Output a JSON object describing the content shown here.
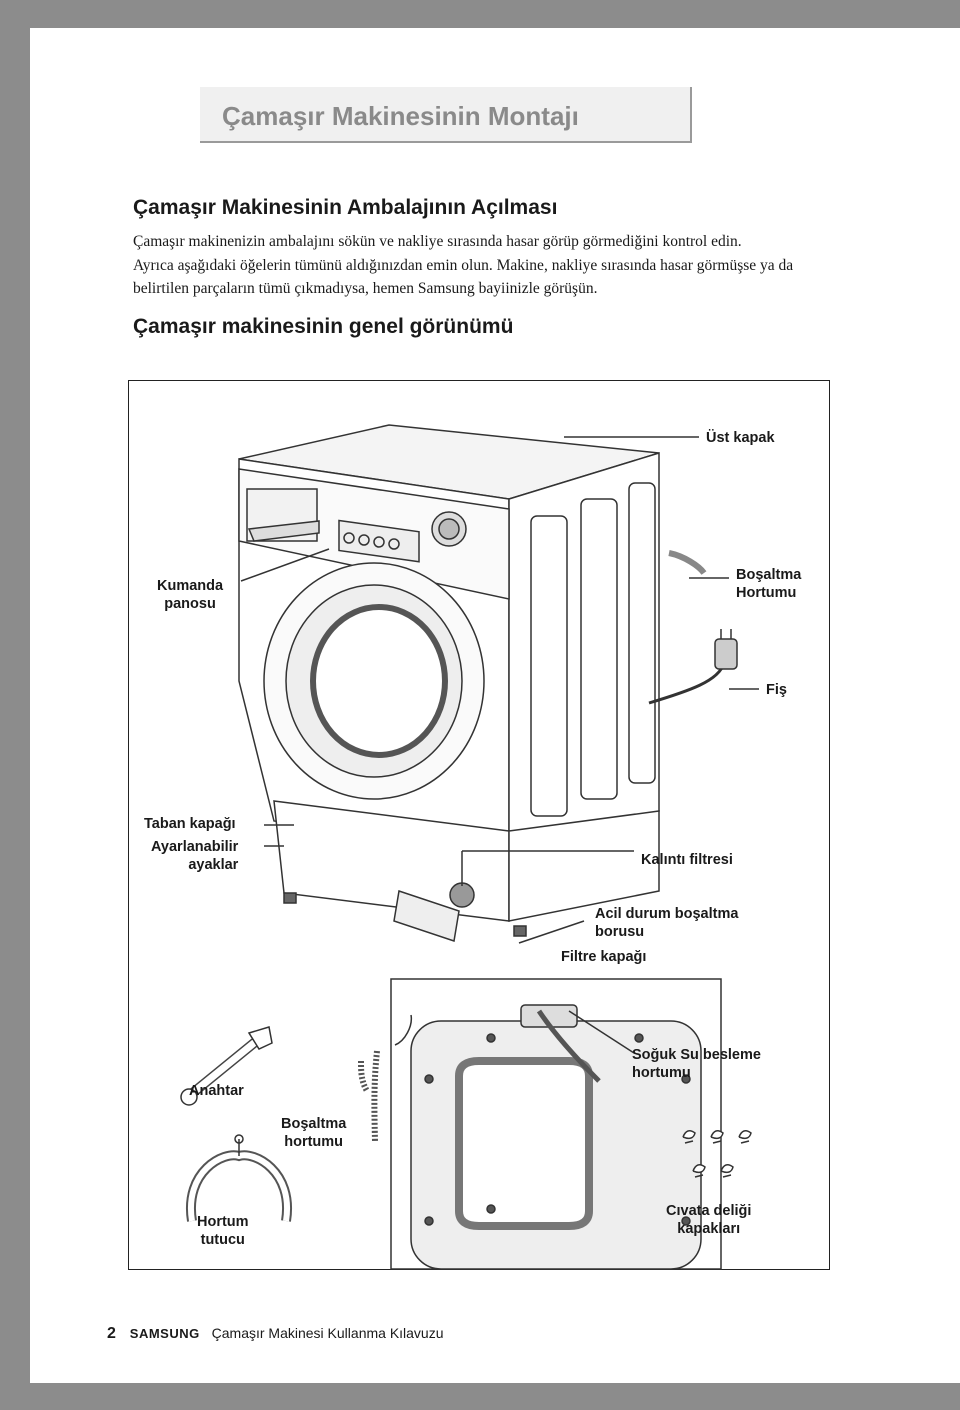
{
  "header": {
    "title": "Çamaşır Makinesinin Montajı"
  },
  "section": {
    "heading": "Çamaşır Makinesinin Ambalajının Açılması",
    "paragraphs": [
      "Çamaşır makinenizin ambalajını sökün ve nakliye sırasında hasar görüp görmediğini kontrol edin.",
      "Ayrıca aşağıdaki öğelerin tümünü aldığınızdan emin olun. Makine, nakliye sırasında hasar görmüşse ya da belirtilen parçaların tümü çıkmadıysa, hemen Samsung bayiinizle görüşün."
    ],
    "subheading": "Çamaşır makinesinin genel görünümü"
  },
  "figure": {
    "labels": {
      "top_cover": "Üst kapak",
      "control_panel_1": "Kumanda",
      "control_panel_2": "panosu",
      "drain_hose_1": "Boşaltma",
      "drain_hose_2": "Hortumu",
      "plug": "Fiş",
      "base_cover": "Taban kapağı",
      "feet_1": "Ayarlanabilir",
      "feet_2": "ayaklar",
      "debris_filter": "Kalıntı filtresi",
      "emergency_1": "Acil durum boşaltma",
      "emergency_2": "borusu",
      "filter_cover": "Filtre kapağı",
      "cold_water_1": "Soğuk Su besleme",
      "cold_water_2": "hortumu",
      "spanner": "Anahtar",
      "drain_hose_acc_1": "Boşaltma",
      "drain_hose_acc_2": "hortumu",
      "hose_guide_1": "Hortum",
      "hose_guide_2": "tutucu",
      "bolt_caps_1": "Cıvata deliği",
      "bolt_caps_2": "kapakları"
    },
    "icons": [
      "washing-machine",
      "spanner-icon",
      "hose-guide-icon",
      "bolt-cap-icon",
      "plug-icon"
    ]
  },
  "footer": {
    "page_number": "2",
    "brand": "SAMSUNG",
    "manual_title": "Çamaşır Makinesi Kullanma Kılavuzu"
  },
  "colors": {
    "frame": "#8c8c8c",
    "title_text": "#8a8a8a",
    "title_bg": "#f0f0f0"
  }
}
